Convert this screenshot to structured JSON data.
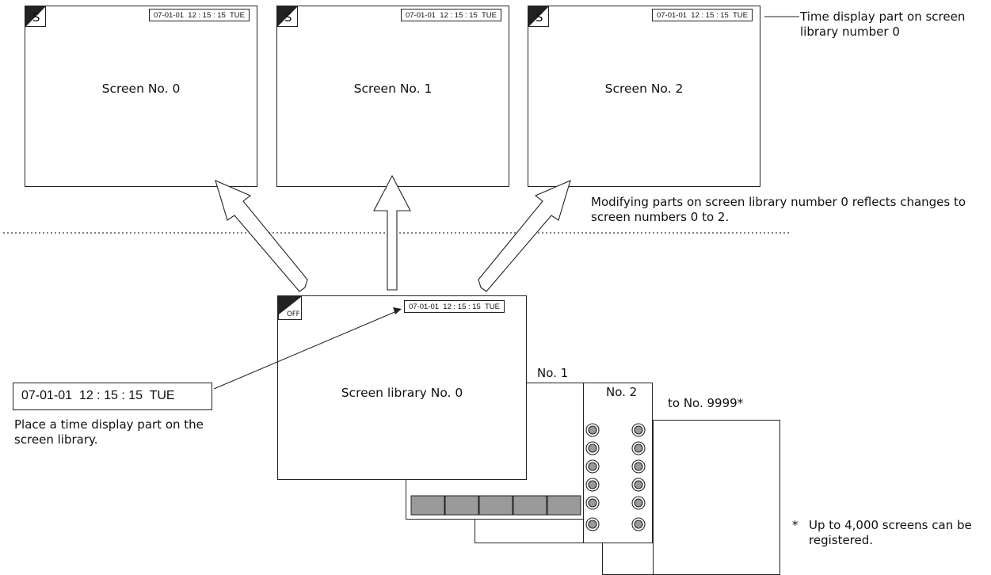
{
  "screens": [
    {
      "corner": "S",
      "time": "07-01-01  12 : 15 : 15  TUE",
      "title": "Screen No. 0"
    },
    {
      "corner": "S",
      "time": "07-01-01  12 : 15 : 15  TUE",
      "title": "Screen No. 1"
    },
    {
      "corner": "S",
      "time": "07-01-01  12 : 15 : 15  TUE",
      "title": "Screen No. 2"
    }
  ],
  "callouts": {
    "time_part": "Time display part on screen library number 0",
    "modify_note": "Modifying parts on screen library number 0 reflects changes to screen numbers 0 to 2.",
    "place_note": "Place a time display part on the screen library.",
    "registered_note": "Up to 4,000 screens can be registered.",
    "asterisk": "*"
  },
  "library": {
    "corner": "OFF",
    "time": "07-01-01  12 : 15 : 15  TUE",
    "title": "Screen library No. 0",
    "page1": "No. 1",
    "page2": "No. 2",
    "page3": "to No. 9999*"
  },
  "time_sample": "07-01-01  12 : 15 : 15  TUE"
}
